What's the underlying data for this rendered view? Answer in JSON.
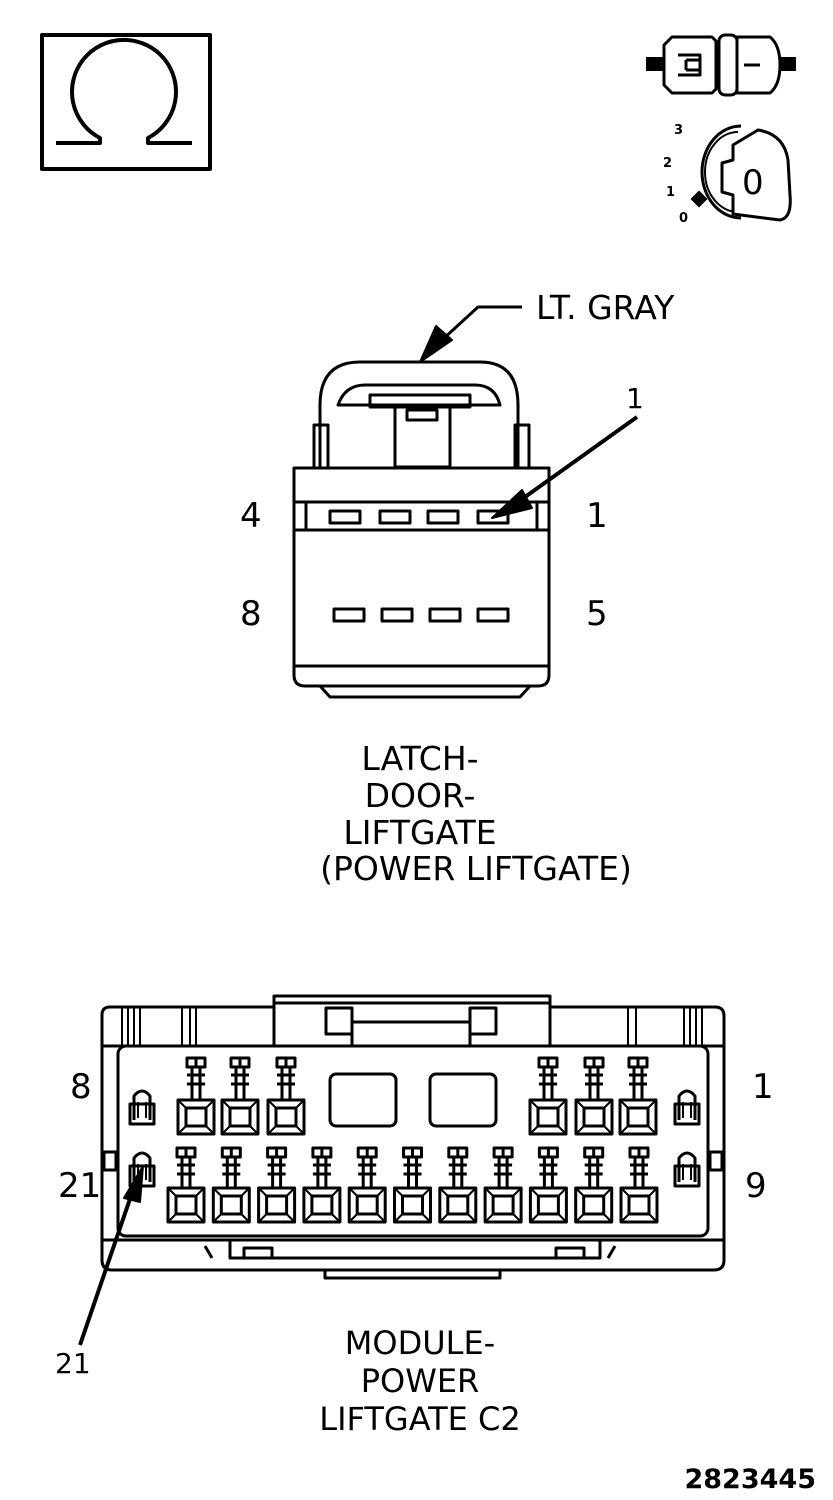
{
  "icons": {
    "ohm_symbol": "ohm-icon",
    "connector_disconnected": "connector-disconnected-icon",
    "ignition_key": "ignition-key-icon",
    "ignition_positions": [
      "3",
      "2",
      "1",
      "0"
    ],
    "ignition_key_glyph": "0"
  },
  "connector_latch": {
    "color_callout": "LT. GRAY",
    "pin_callout": "1",
    "pins_left_top": "4",
    "pins_right_top": "1",
    "pins_left_bottom": "8",
    "pins_right_bottom": "5",
    "title_lines": [
      "LATCH-",
      "DOOR-",
      "LIFTGATE",
      "(POWER LIFTGATE)"
    ]
  },
  "connector_module": {
    "pins_left_top": "8",
    "pins_right_top": "1",
    "pins_left_bottom": "21",
    "pins_right_bottom": "9",
    "pin_callout": "21",
    "title_lines": [
      "MODULE-",
      "POWER",
      "LIFTGATE C2"
    ]
  },
  "figure_number": "2823445"
}
